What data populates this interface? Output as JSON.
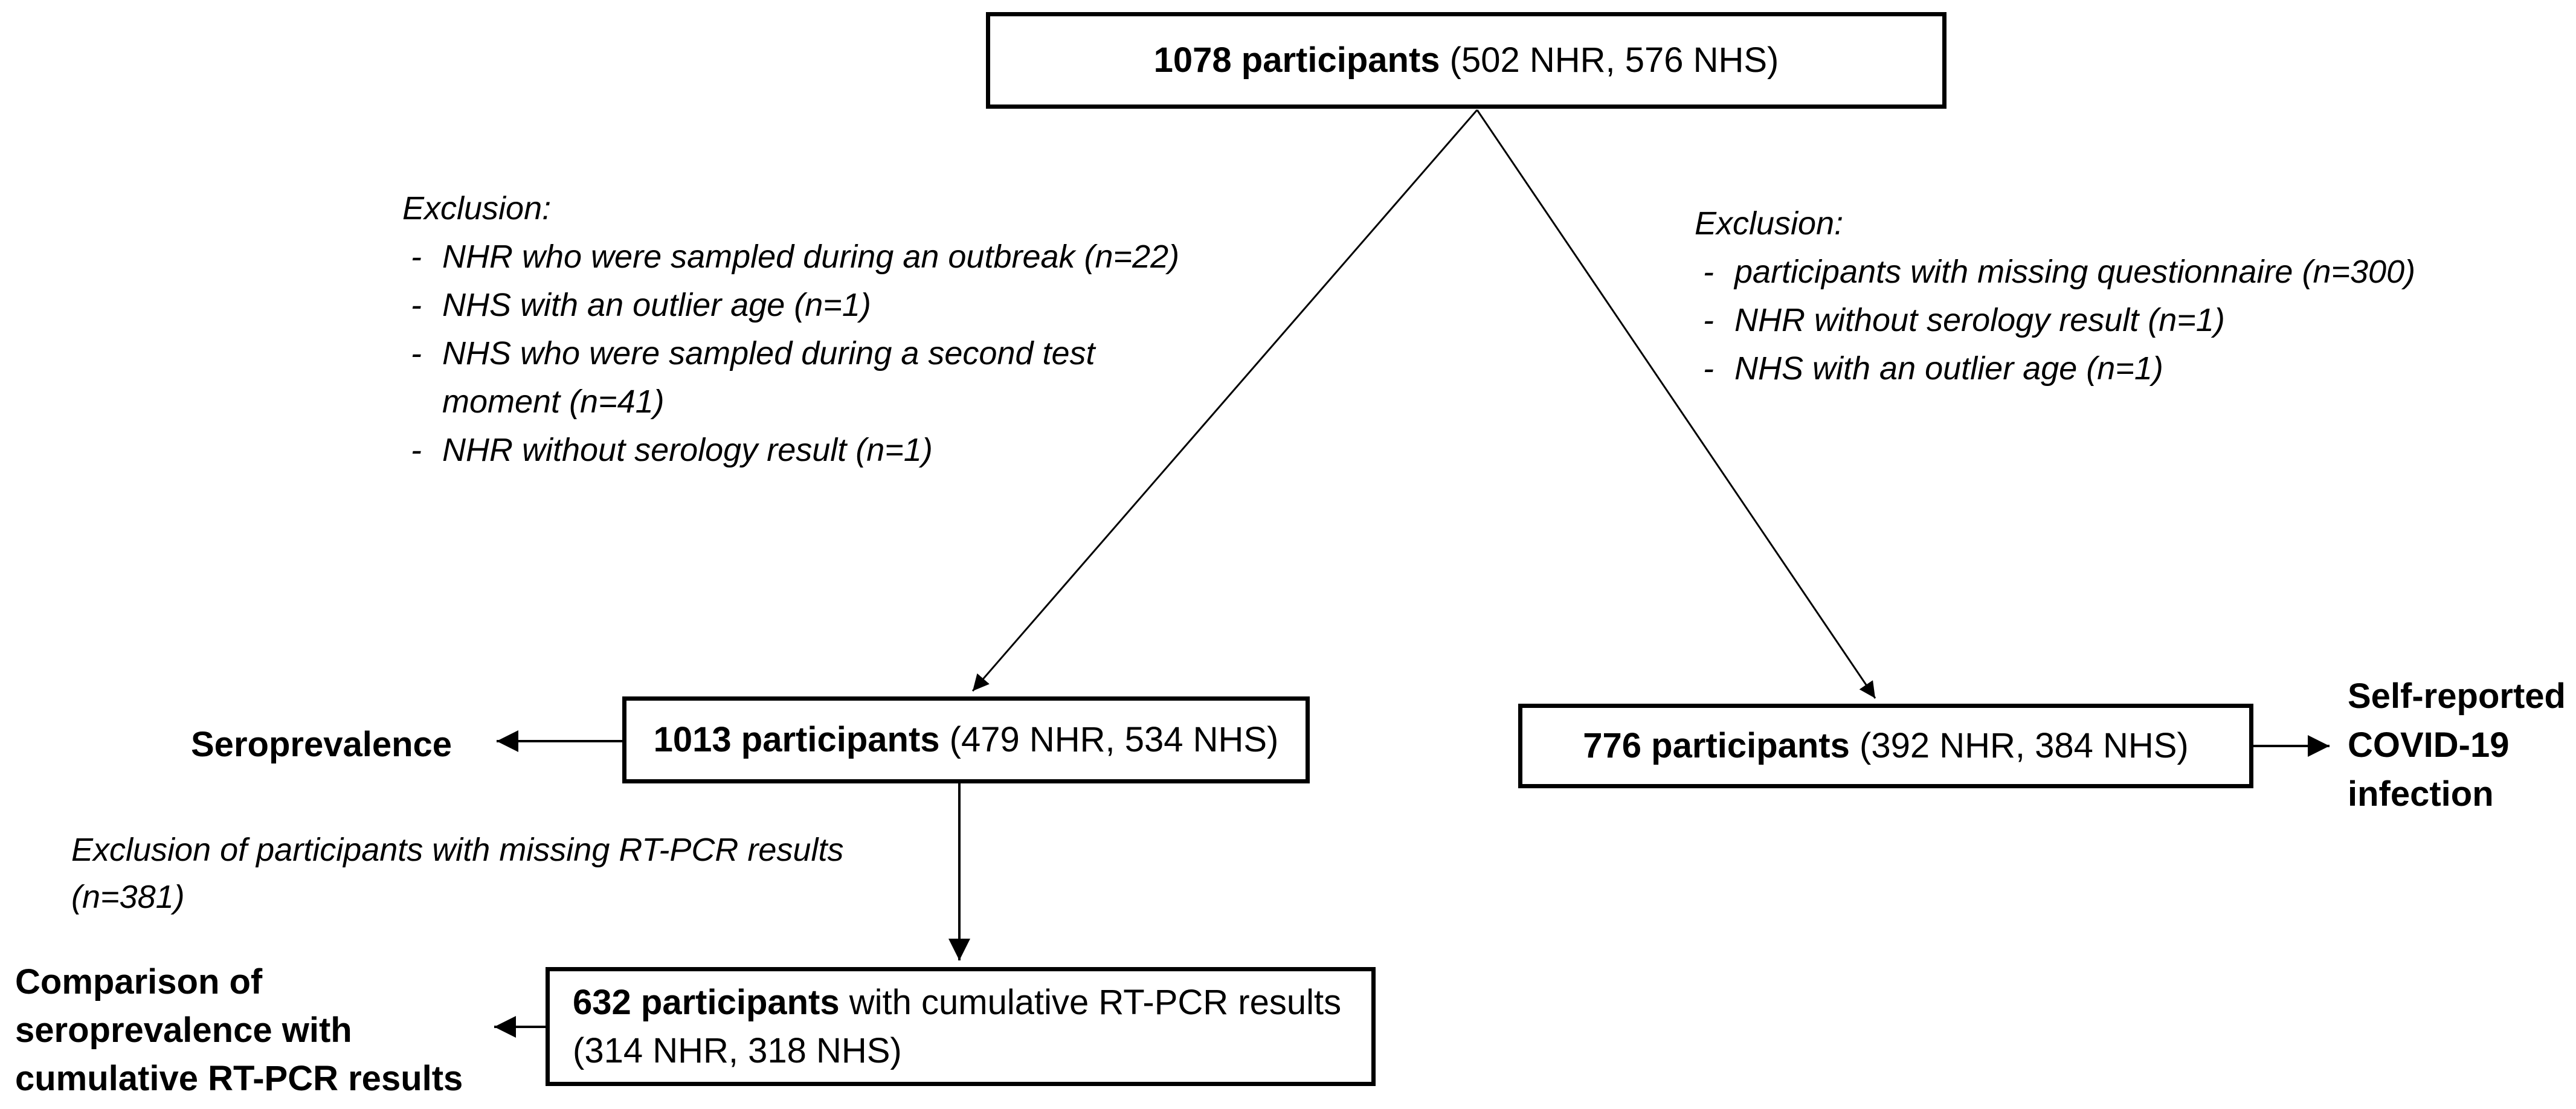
{
  "colors": {
    "ink": "#000000",
    "background": "#ffffff"
  },
  "bullet": "-",
  "diagram": {
    "top_box": {
      "bold": "1078 participants",
      "rest": " (502 NHR, 576 NHS)"
    },
    "exclusion_left": {
      "title": "Exclusion:",
      "items": [
        "NHR who were sampled during an outbreak (n=22)",
        "NHS with an outlier age (n=1)",
        "NHS who were sampled during a second test\nmoment (n=41)",
        "NHR without serology result (n=1)"
      ]
    },
    "exclusion_right": {
      "title": "Exclusion:",
      "items": [
        "participants with missing questionnaire (n=300)",
        "NHR without serology result (n=1)",
        "NHS with an outlier age (n=1)"
      ]
    },
    "sero_box": {
      "bold": "1013 participants",
      "rest": " (479 NHR, 534 NHS)"
    },
    "sero_label": "Seroprevalence",
    "selfreport_box": {
      "bold": "776 participants",
      "rest": " (392 NHR, 384 NHS)"
    },
    "selfreport_label": "Self-reported\nCOVID-19\ninfection",
    "pcr_exclusion_note": "Exclusion of participants with missing RT-PCR results\n(n=381)",
    "pcr_box": {
      "bold": "632 participants",
      "rest": " with cumulative RT-PCR results",
      "line2": "(314 NHR, 318 NHS)"
    },
    "comparison_label": "Comparison of\nseroprevalence with\ncumulative RT-PCR results"
  }
}
